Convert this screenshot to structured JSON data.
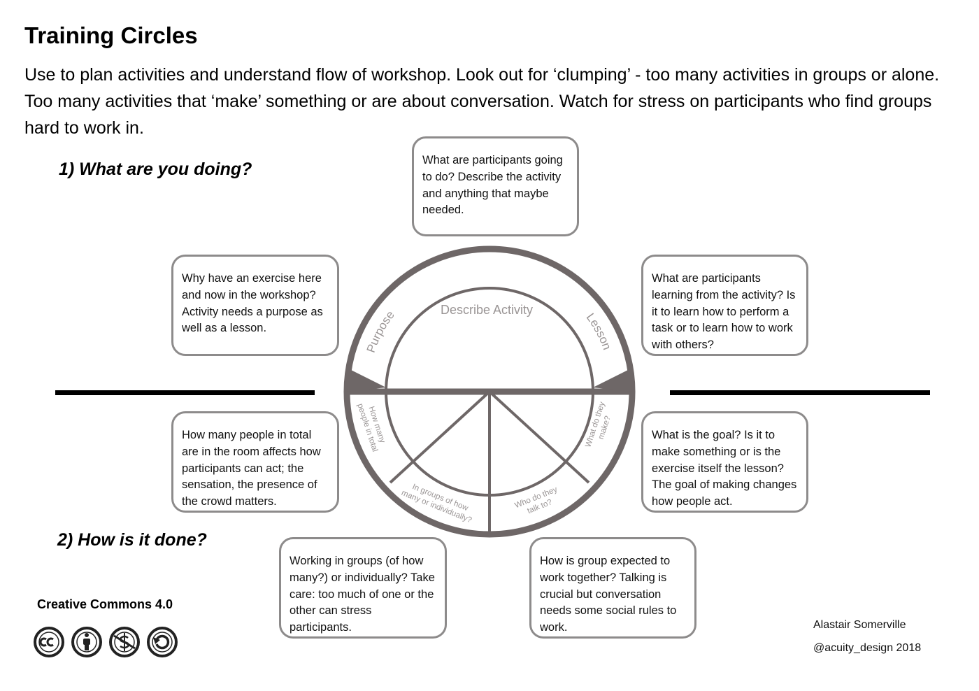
{
  "title": "Training Circles",
  "intro": "Use to plan activities and understand flow of workshop. Look out for ‘clumping’ - too many activities in groups or alone. Too many activities that ‘make’ something or are about conversation. Watch for stress on participants who find groups hard to work in.",
  "sections": {
    "doing": "1) What are you doing?",
    "done": "2) How is it done?"
  },
  "boxes": {
    "describe": "What are participants going to do? Describe the activity and anything that maybe needed.",
    "purpose": "Why have an exercise here and now in the workshop? Activity needs a purpose as well as a lesson.",
    "lesson": "What are participants learning from the activity? Is it to learn how to perform a task or to learn how to work with others?",
    "people": "How many people in total are in the room affects how participants can act; the sensation, the presence of the crowd matters.",
    "make": "What is the goal? Is it to make something or is the exercise itself the lesson? The goal of making changes how people act.",
    "groups": "Working in groups (of how many?) or individually? Take care: too much of one or the other can stress participants.",
    "talk": "How is group expected to work together? Talking is crucial but conversation needs some social rules to work."
  },
  "wheel": {
    "describe_activity": "Describe Activity",
    "purpose": "Purpose",
    "lesson": "Lesson",
    "people_line1": "How many",
    "people_line2": "people in total",
    "groups_line1": "In groups of how",
    "groups_line2": "many or individually?",
    "talk_line1": "Who do they",
    "talk_line2": "talk to?",
    "make_line1": "What do they",
    "make_line2": "make?"
  },
  "license": {
    "label": "Creative Commons 4.0",
    "icons": [
      "cc-icon",
      "by-attribution-icon",
      "non-commercial-icon",
      "share-alike-icon"
    ]
  },
  "credits": {
    "author": "Alastair Somerville",
    "handle": "@acuity_design 2018"
  },
  "colors": {
    "wheel": "#6e6767",
    "box_border": "#8d8b8b",
    "wheel_text": "#9a9595"
  }
}
